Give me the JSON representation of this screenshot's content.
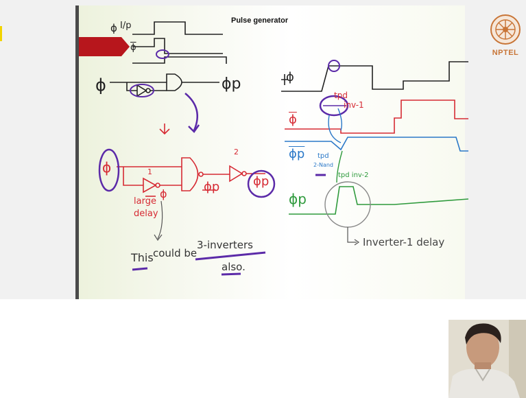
{
  "slide": {
    "title": "Pulse generator",
    "left_circuit": {
      "phi": "ϕ",
      "phi_p": "ϕp",
      "ip_label": "I/p"
    },
    "red_circuit": {
      "phi": "ϕ",
      "phi_bar": "ϕ",
      "phi_p_bar": "ϕp",
      "phi_p": "ϕp",
      "inverter_1": "1",
      "inverter_2": "2",
      "note_large": "large",
      "note_delay": "delay"
    },
    "note": {
      "line1_a": "This",
      "line1_b": "could be",
      "line1_c": "3-inverters",
      "line2": "also."
    },
    "timing": {
      "phi": "ϕ",
      "phi_bar": "ϕ",
      "phi_p_bar": "ϕp",
      "phi_p": "ϕp",
      "tpd_inv1_a": "tpd",
      "tpd_inv1_b": "inv-1",
      "tpd_nand_a": "tpd",
      "tpd_nand_b": "2-Nand",
      "tpd_inv2": "tpd inv-2",
      "inverter_delay": "Inverter-1 delay"
    }
  },
  "logo": {
    "label": "NPTEL"
  },
  "colors": {
    "red": "#d62a33",
    "blue": "#2a78c8",
    "green": "#2e9a3c",
    "purple": "#5b2aa8",
    "orange": "#c87537",
    "arrow_red": "#b7161c"
  }
}
